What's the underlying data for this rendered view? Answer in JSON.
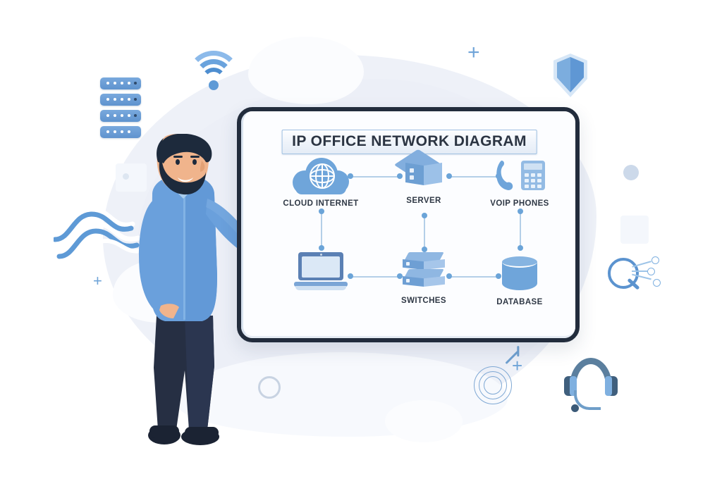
{
  "title": {
    "text": "IP OFFICE NETWORK DIAGRAM"
  },
  "colors": {
    "accent_blue": "#6fa5da",
    "node_blue": "#86b4e1",
    "line_blue": "#b4cfe8",
    "dot_blue": "#6ba4d8",
    "frame_navy": "#222c3c",
    "background_blob": "#eef1f8",
    "label_text": "#2f3845",
    "shirt": "#6aa0dc",
    "pants": "#262f43",
    "hair": "#1d2a3c",
    "skin": "#f0b48c"
  },
  "chart_data": {
    "type": "diagram",
    "title": "IP OFFICE NETWORK DIAGRAM",
    "nodes": [
      {
        "id": "cloud",
        "label": "CLOUD INTERNET",
        "icon": "cloud-globe-icon",
        "row": 0,
        "col": 0
      },
      {
        "id": "server",
        "label": "SERVER",
        "icon": "server-cube-icon",
        "row": 0,
        "col": 1
      },
      {
        "id": "voip",
        "label": "VOIP PHONES",
        "icon": "voip-phone-icon",
        "row": 0,
        "col": 2
      },
      {
        "id": "laptop",
        "label": "",
        "icon": "laptop-icon",
        "row": 1,
        "col": 0
      },
      {
        "id": "switches",
        "label": "SWITCHES",
        "icon": "switches-icon",
        "row": 1,
        "col": 1
      },
      {
        "id": "database",
        "label": "DATABASE",
        "icon": "database-icon",
        "row": 1,
        "col": 2
      }
    ],
    "edges": [
      {
        "from": "cloud",
        "to": "server",
        "orientation": "horizontal"
      },
      {
        "from": "server",
        "to": "voip",
        "orientation": "horizontal"
      },
      {
        "from": "cloud",
        "to": "laptop",
        "orientation": "vertical"
      },
      {
        "from": "server",
        "to": "switches",
        "orientation": "vertical"
      },
      {
        "from": "voip",
        "to": "database",
        "orientation": "vertical"
      },
      {
        "from": "laptop",
        "to": "switches",
        "orientation": "horizontal"
      },
      {
        "from": "switches",
        "to": "database",
        "orientation": "horizontal"
      }
    ]
  },
  "nodes": {
    "cloud": {
      "label": "CLOUD INTERNET"
    },
    "server": {
      "label": "SERVER"
    },
    "voip": {
      "label": "VOIP PHONES"
    },
    "laptop": {
      "label": ""
    },
    "switches": {
      "label": "SWITCHES"
    },
    "database": {
      "label": "DATABASE"
    }
  },
  "decorations": [
    {
      "name": "server-rack-icon",
      "position": "top-left"
    },
    {
      "name": "wifi-signal-icon",
      "position": "top-left"
    },
    {
      "name": "shield-icon",
      "position": "top-right"
    },
    {
      "name": "network-cables-icon",
      "position": "middle-left"
    },
    {
      "name": "magnifier-network-icon",
      "position": "right"
    },
    {
      "name": "headset-icon",
      "position": "bottom-right"
    },
    {
      "name": "target-arrow-icon",
      "position": "bottom-center"
    },
    {
      "name": "plus-icon",
      "position": "top-center"
    },
    {
      "name": "plus-icon",
      "position": "left"
    },
    {
      "name": "ring-outline",
      "position": "bottom-left"
    }
  ],
  "illustration": {
    "character": "presenter-man",
    "pose": "pointing-at-diagram"
  }
}
